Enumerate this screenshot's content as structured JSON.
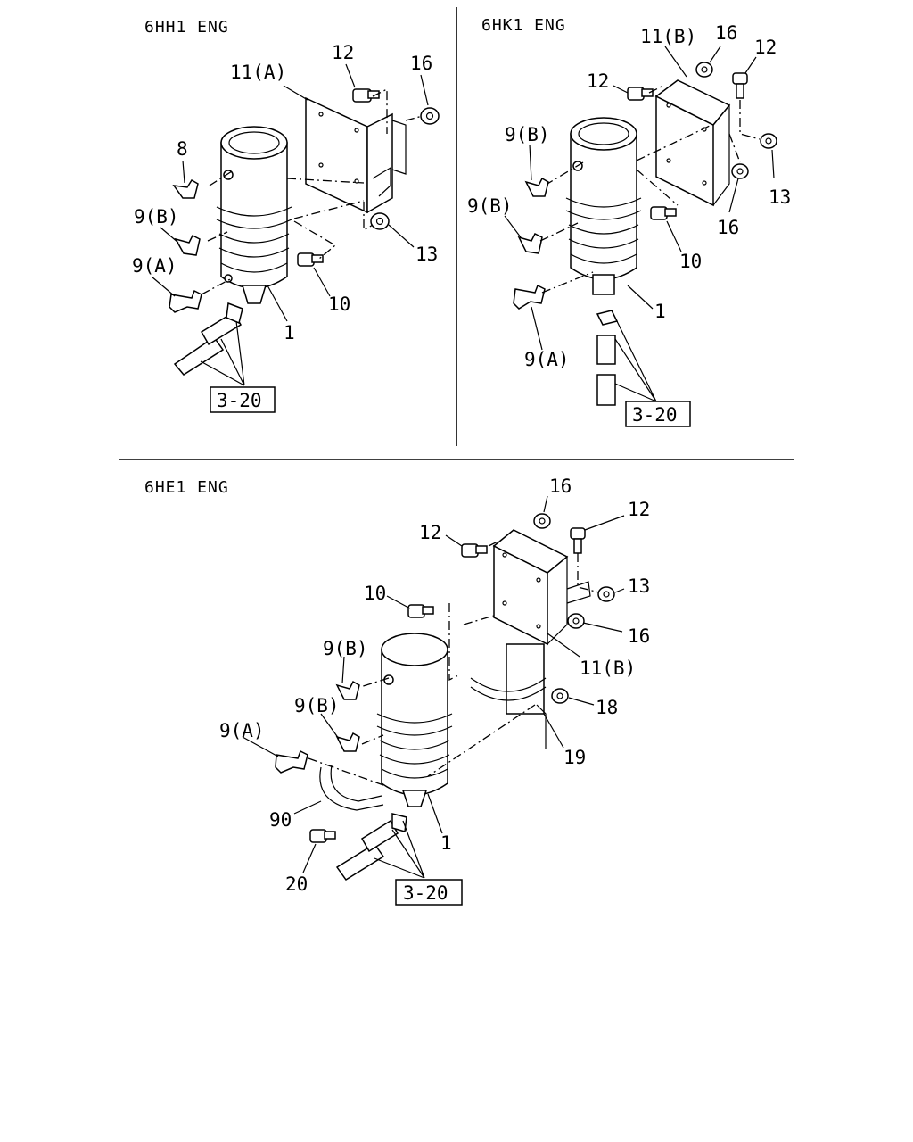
{
  "sections": {
    "hh1": {
      "title": "6HH1 ENG",
      "labels": {
        "p11a": "11(A)",
        "p12": "12",
        "p16": "16",
        "p8": "8",
        "p9b": "9(B)",
        "p9a": "9(A)",
        "p13": "13",
        "p10": "10",
        "p1": "1",
        "ref": "3-20"
      }
    },
    "hk1": {
      "title": "6HK1 ENG",
      "labels": {
        "p11b": "11(B)",
        "p16a": "16",
        "p12a": "12",
        "p12b": "12",
        "p9b1": "9(B)",
        "p9b2": "9(B)",
        "p13": "13",
        "p16b": "16",
        "p10": "10",
        "p1": "1",
        "p9a": "9(A)",
        "ref": "3-20"
      }
    },
    "he1": {
      "title": "6HE1 ENG",
      "labels": {
        "p16a": "16",
        "p12a": "12",
        "p12b": "12",
        "p13": "13",
        "p10": "10",
        "p16b": "16",
        "p11b": "11(B)",
        "p9b1": "9(B)",
        "p9b2": "9(B)",
        "p18": "18",
        "p9a": "9(A)",
        "p19": "19",
        "p90": "90",
        "p1": "1",
        "p20": "20",
        "ref": "3-20"
      }
    }
  }
}
